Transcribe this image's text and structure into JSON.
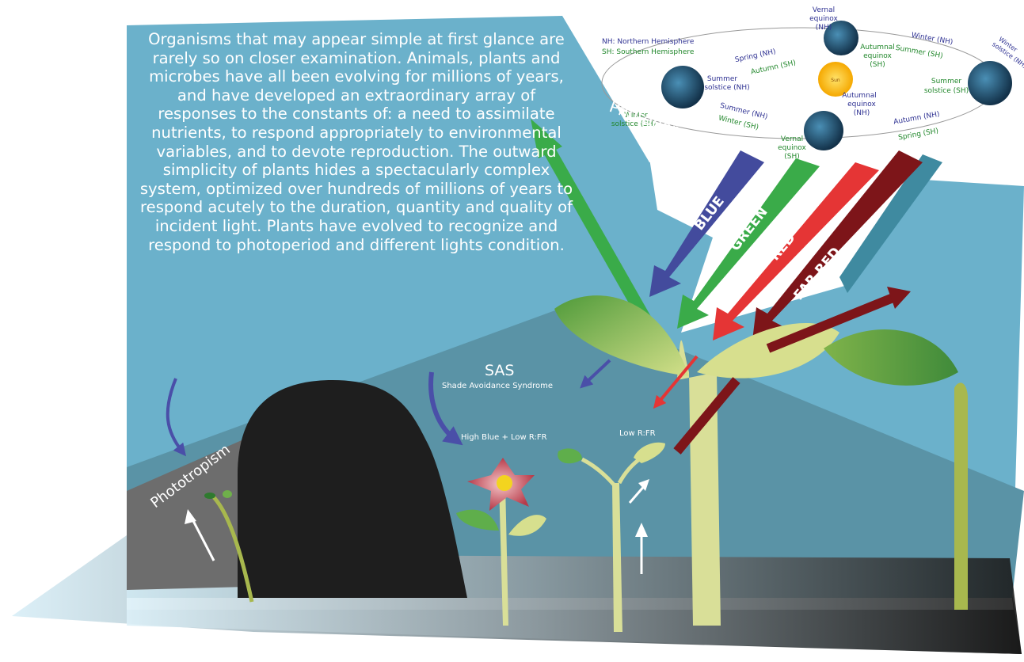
{
  "intro_text": "Organisms that may appear simple at first glance are rarely so on closer examination. Animals, plants and microbes have all been evolving for millions of years, and have developed an extraordinary array of responses to the constants of: a need to assimilate nutrients, to respond appropriately to environmental variables, and to devote reproduction. The outward simplicity of plants hides a spectacularly complex system, optimized over hundreds of millions of years to respond acutely to the duration, quantity and quality of incident light. Plants have evolved to recognize and respond to photoperiod and different lights condition.",
  "legend": {
    "nh": "NH: Northern Hemisphere",
    "sh": "SH: Southern Hemisphere"
  },
  "orbit": {
    "sun": "Sun",
    "vernal_nh": [
      "Vernal",
      "equinox",
      "(NH)"
    ],
    "autumnal_sh": [
      "Autumnal",
      "equinox",
      "(SH)"
    ],
    "summer_solstice_nh": [
      "Summer",
      "solstice (NH)"
    ],
    "winter_solstice_sh": [
      "Winter",
      "solstice (SH)"
    ],
    "autumnal_nh": [
      "Autumnal",
      "equinox",
      "(NH)"
    ],
    "vernal_sh": [
      "Vernal",
      "equinox",
      "(SH)"
    ],
    "winter_solstice_nh": [
      "Winter",
      "solstice (NH)"
    ],
    "summer_solstice_sh": [
      "Summer",
      "solstice (SH)"
    ],
    "spring_nh": "Spring (NH)",
    "autumn_sh": "Autumn (SH)",
    "winter_nh": "Winter (NH)",
    "summer_sh": "Summer (SH)",
    "summer_nh": "Summer (NH)",
    "winter_sh": "Winter (SH)",
    "autumn_nh": "Autumn (NH)",
    "spring_sh": "Spring (SH)"
  },
  "labels": {
    "photoperiod": "Photoperiod",
    "phototropism": "Phototropism",
    "sas": "SAS",
    "sas_full": "Shade Avoidance Syndrome",
    "high_blue": "High Blue + Low R:FR",
    "low_rfr": "Low R:FR"
  },
  "light_bands": [
    {
      "label": "BLUE",
      "color": "#434b9d"
    },
    {
      "label": "GREEN",
      "color": "#3aab49"
    },
    {
      "label": "RED",
      "color": "#e53535"
    },
    {
      "label": "FAR RED",
      "color": "#7d1519"
    }
  ],
  "colors": {
    "sky": "#6bb1cb",
    "hill": "#5a93a6",
    "ground_dark": "#222222",
    "stem": "#d9df98",
    "leaf": "#5fae4b",
    "nh_text": "#2e3192",
    "sh_text": "#21872b"
  }
}
